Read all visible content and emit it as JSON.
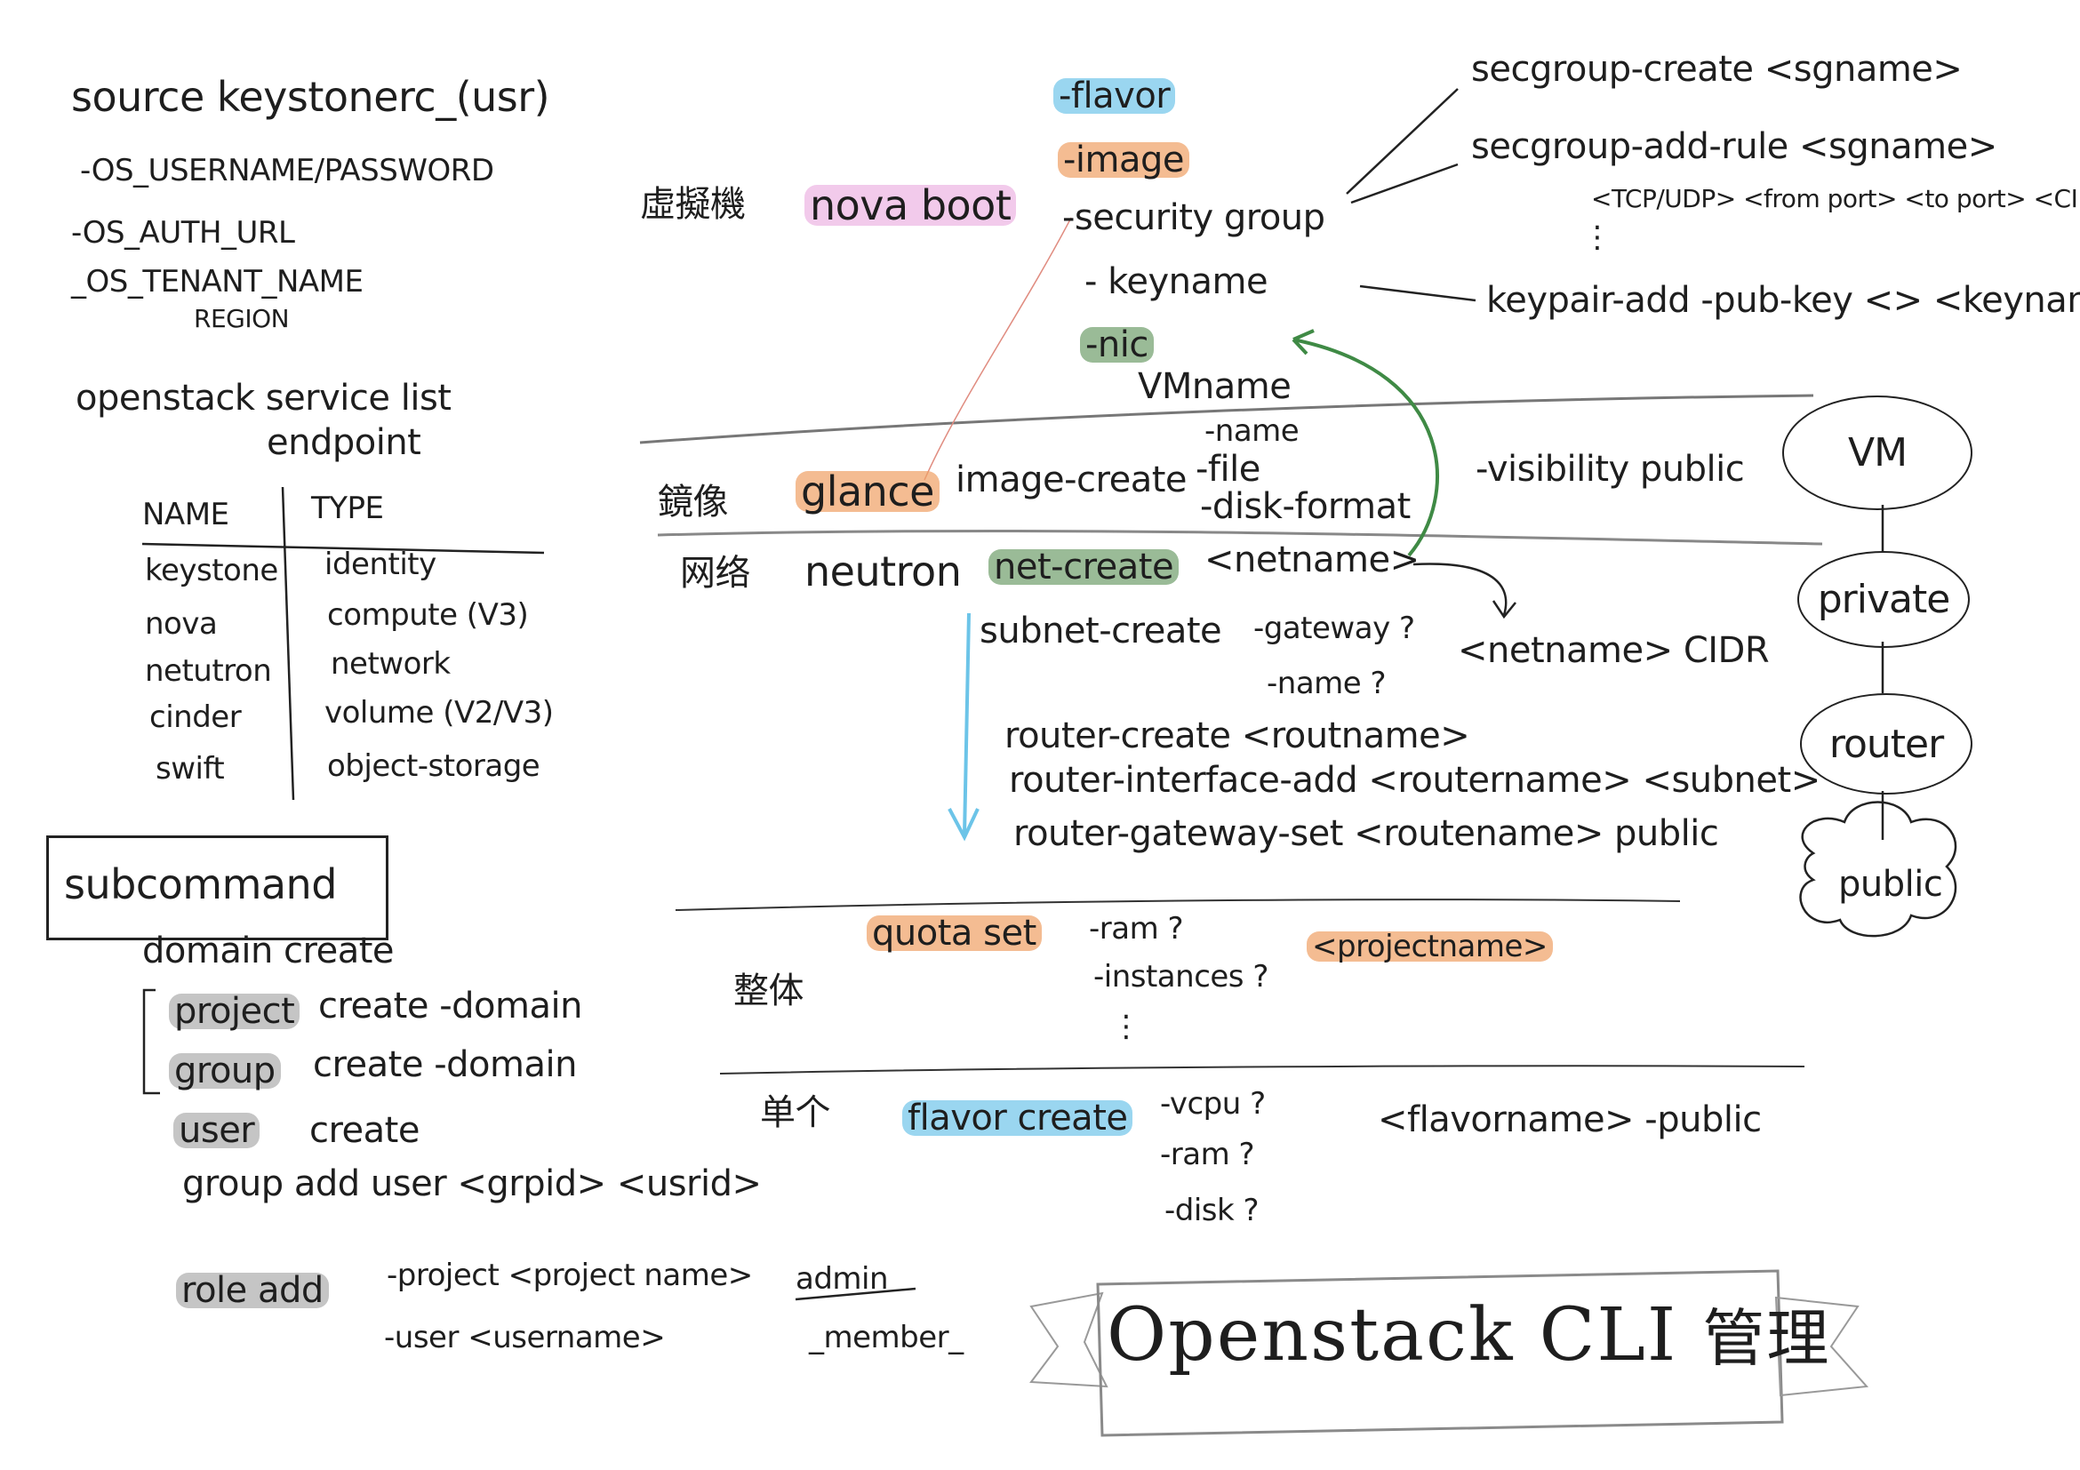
{
  "env": {
    "source_cmd": "source keystonerc_(usr)",
    "vars": [
      "-OS_USERNAME/PASSWORD",
      "-OS_AUTH_URL",
      "_OS_TENANT_NAME",
      "REGION"
    ]
  },
  "services": {
    "cmd_line1": "openstack service list",
    "cmd_line2": "endpoint",
    "header_name": "NAME",
    "header_type": "TYPE",
    "rows": [
      {
        "name": "keystone",
        "type": "identity"
      },
      {
        "name": "nova",
        "type": "compute (V3)"
      },
      {
        "name": "netutron",
        "type": "network"
      },
      {
        "name": "cinder",
        "type": "volume (V2/V3)"
      },
      {
        "name": "swift",
        "type": "object-storage"
      }
    ]
  },
  "subcommand": {
    "title": "subcommand",
    "domain_create": "domain create",
    "project": "project",
    "project_rest": "create -domain",
    "group": "group",
    "group_rest": "create -domain",
    "user": "user",
    "user_rest": "create",
    "group_add_user": "group add user <grpid> <usrid>",
    "role_add": "role add",
    "role_project": "-project <project name>",
    "role_user": "-user <username>",
    "admin": "admin",
    "member": "_member_"
  },
  "nova": {
    "label_cn": "虛擬機",
    "command": "nova boot",
    "opt_flavor": "-flavor",
    "opt_image": "-image",
    "opt_secgroup": "-security group",
    "opt_keyname": "- keyname",
    "opt_nic": "-nic",
    "vmname": "VMname",
    "sec_create": "secgroup-create <sgname>",
    "sec_add_rule": "secgroup-add-rule <sgname>",
    "sec_rule_args": "<TCP/UDP> <from port> <to port> <CIDR>",
    "ellipsis": "⋮",
    "keypair": "keypair-add -pub-key <> <keyname>"
  },
  "glance": {
    "label_cn": "鏡像",
    "command": "glance",
    "subcmd": "image-create",
    "opt_name": "-name",
    "opt_file": "-file",
    "opt_disk": "-disk-format",
    "visibility": "-visibility public"
  },
  "neutron": {
    "label_cn": "网络",
    "command": "neutron",
    "net_create": "net-create",
    "netname": "<netname>",
    "subnet_create": "subnet-create",
    "opt_gateway": "-gateway ?",
    "opt_name": "-name ?",
    "subnet_args": "<netname> CIDR",
    "router_create": "router-create <routname>",
    "router_iface": "router-interface-add <routername> <subnet>",
    "router_gw": "router-gateway-set <routename> public"
  },
  "quota": {
    "label_cn": "整体",
    "command": "quota set",
    "opt_ram": "-ram ?",
    "opt_instances": "-instances ?",
    "projectname": "<projectname>",
    "ellipsis": "⋮"
  },
  "flavor": {
    "label_cn": "单个",
    "command": "flavor create",
    "opt_vcpu": "-vcpu ?",
    "opt_ram": "-ram ?",
    "opt_disk": "-disk ?",
    "flavorname": "<flavorname> -public"
  },
  "topology": [
    "VM",
    "private",
    "router",
    "public"
  ],
  "banner": {
    "title": "Openstack CLI",
    "title_cn": "管理"
  },
  "colors": {
    "ink": "#1e1e1e",
    "highlight_blue": "#78c8eb",
    "highlight_orange": "#f0a064",
    "highlight_green": "#64965f",
    "highlight_gray": "#969696",
    "highlight_pink": "#e696d7",
    "arrow_green": "#3f8a45",
    "arrow_blue": "#6cc4e8"
  }
}
